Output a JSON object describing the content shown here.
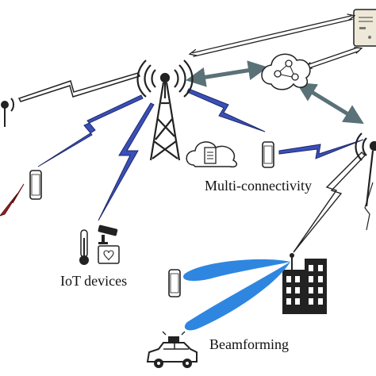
{
  "labels": {
    "multi_connectivity": "Multi-connectivity",
    "iot_devices": "IoT devices",
    "beamforming": "Beamforming"
  },
  "colors": {
    "wireless_link_blue": "#3b4fb8",
    "beam_blue": "#2f86e0",
    "backhaul_gray": "#5a7178",
    "red_link": "#9a1f22",
    "outline": "#111111"
  },
  "icons": [
    "cell-tower-icon",
    "antenna-icon",
    "server-icon",
    "cloud-icon",
    "network-cloud-icon",
    "smartphone-icon",
    "security-camera-icon",
    "thermometer-icon",
    "monitor-icon",
    "building-icon",
    "police-car-icon"
  ]
}
